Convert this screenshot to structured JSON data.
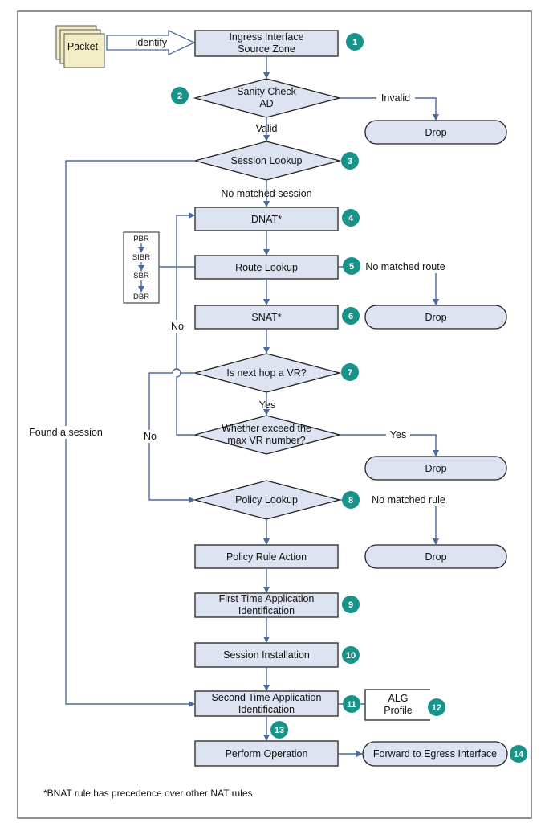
{
  "nodes": {
    "packet": "Packet",
    "ingress_1": "Ingress Interface",
    "ingress_2": "Source Zone",
    "sanity_1": "Sanity Check",
    "sanity_2": "AD",
    "drop": "Drop",
    "session_lookup": "Session Lookup",
    "dnat": "DNAT*",
    "route_lookup": "Route Lookup",
    "snat": "SNAT*",
    "next_hop": "Is next hop a VR?",
    "exceed_1": "Whether exceed the",
    "exceed_2": "max VR number?",
    "policy_lookup": "Policy  Lookup",
    "policy_action": "Policy Rule Action",
    "first_app_1": "First Time Application",
    "first_app_2": "Identification",
    "session_install": "Session Installation",
    "second_app_1": "Second Time Application",
    "second_app_2": "Identification",
    "alg_1": "ALG",
    "alg_2": "Profile",
    "perform": "Perform Operation",
    "forward": "Forward to Egress Interface",
    "route_list": [
      "PBR",
      "SIBR",
      "SBR",
      "DBR"
    ]
  },
  "edges": {
    "identify": "Identify",
    "invalid": "Invalid",
    "valid": "Valid",
    "no_matched_session": "No matched session",
    "no_matched_route": "No matched route",
    "yes": "Yes",
    "no": "No",
    "no_matched_rule": "No matched rule",
    "found_session": "Found a session"
  },
  "badges": [
    "1",
    "2",
    "3",
    "4",
    "5",
    "6",
    "7",
    "8",
    "9",
    "10",
    "11",
    "12",
    "13",
    "14"
  ],
  "footnote": "*BNAT rule has precedence over other NAT rules.",
  "colors": {
    "box_fill": "#dde3f0",
    "arrow": "#4a6a9c",
    "badge": "#17938a"
  }
}
